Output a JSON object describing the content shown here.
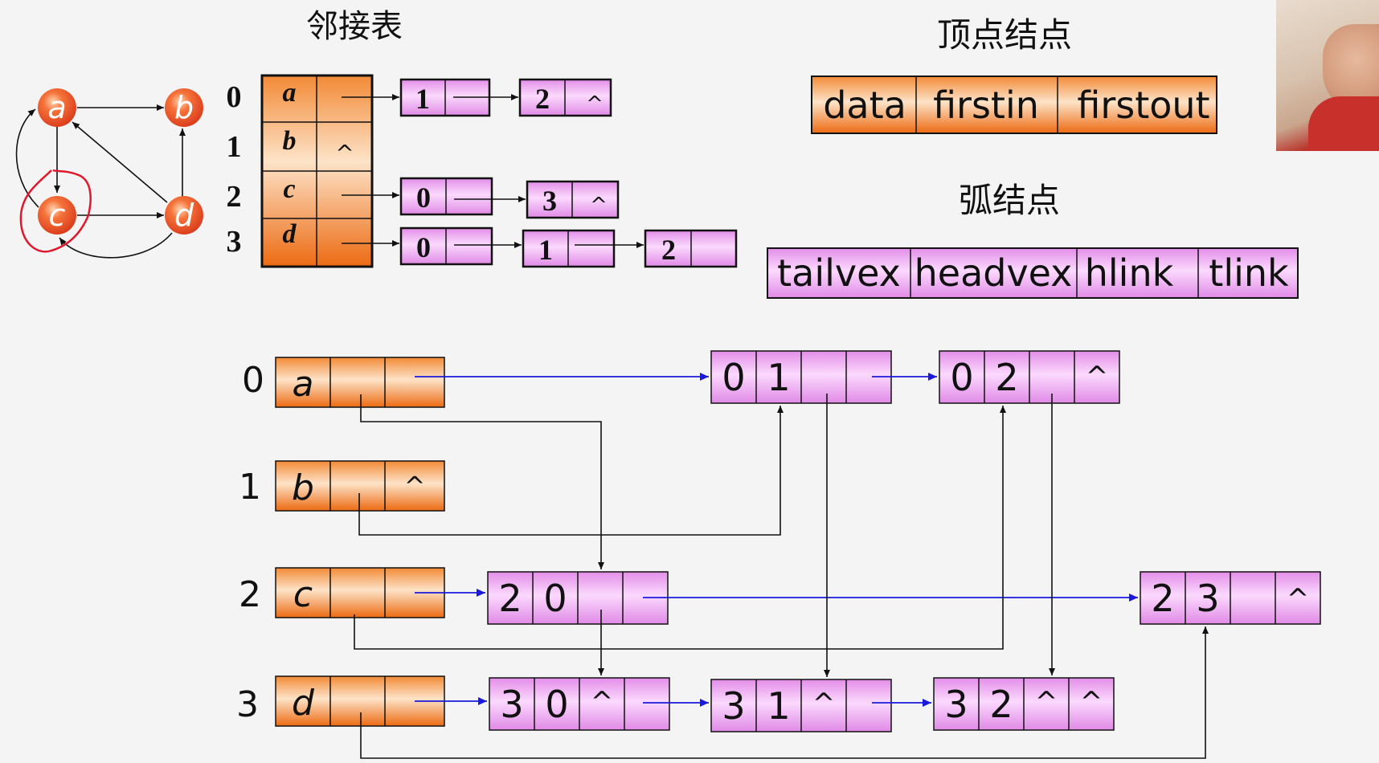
{
  "colors": {
    "vertex_fill_top": "#f6a25c",
    "vertex_fill_mid": "#fde3c8",
    "vertex_fill_bottom": "#ef7a22",
    "arc_fill": "#f0a6f4",
    "arc_fill_light": "#fde0ff",
    "node_circle": "#ef4a20",
    "blue_arrow": "#1a1adc",
    "annotation_red": "#e0182c"
  },
  "titles": {
    "adjacency_list": "邻接表",
    "vertex_node": "顶点结点",
    "arc_node": "弧结点"
  },
  "graph": {
    "nodes": [
      "a",
      "b",
      "c",
      "d"
    ]
  },
  "adjacency_list": {
    "rows": [
      {
        "index": "0",
        "vertex": "a",
        "link": "",
        "chain": [
          [
            "1",
            ""
          ],
          [
            "2",
            "^"
          ]
        ]
      },
      {
        "index": "1",
        "vertex": "b",
        "link": "^",
        "chain": []
      },
      {
        "index": "2",
        "vertex": "c",
        "link": "",
        "chain": [
          [
            "0",
            ""
          ],
          [
            "3",
            "^"
          ]
        ]
      },
      {
        "index": "3",
        "vertex": "d",
        "link": "",
        "chain": [
          [
            "0",
            ""
          ],
          [
            "1",
            ""
          ],
          [
            "2",
            ""
          ]
        ]
      }
    ]
  },
  "vertex_node_fields": [
    "data",
    "firstin",
    "firstout"
  ],
  "arc_node_fields": [
    "tailvex",
    "headvex",
    "hlink",
    "tlink"
  ],
  "orthogonal_list": {
    "vertices": [
      {
        "index": "0",
        "data": "a",
        "firstin": "",
        "firstout": ""
      },
      {
        "index": "1",
        "data": "b",
        "firstin": "",
        "firstout": "^"
      },
      {
        "index": "2",
        "data": "c",
        "firstin": "",
        "firstout": ""
      },
      {
        "index": "3",
        "data": "d",
        "firstin": "",
        "firstout": ""
      }
    ],
    "arcs": [
      {
        "id": "a01",
        "tailvex": "0",
        "headvex": "1",
        "hlink": "",
        "tlink": ""
      },
      {
        "id": "a02",
        "tailvex": "0",
        "headvex": "2",
        "hlink": "",
        "tlink": "^"
      },
      {
        "id": "a20",
        "tailvex": "2",
        "headvex": "0",
        "hlink": "",
        "tlink": ""
      },
      {
        "id": "a23",
        "tailvex": "2",
        "headvex": "3",
        "hlink": "",
        "tlink": "^"
      },
      {
        "id": "a30",
        "tailvex": "3",
        "headvex": "0",
        "hlink": "^",
        "tlink": ""
      },
      {
        "id": "a31",
        "tailvex": "3",
        "headvex": "1",
        "hlink": "^",
        "tlink": ""
      },
      {
        "id": "a32",
        "tailvex": "3",
        "headvex": "2",
        "hlink": "^",
        "tlink": "^"
      }
    ]
  }
}
